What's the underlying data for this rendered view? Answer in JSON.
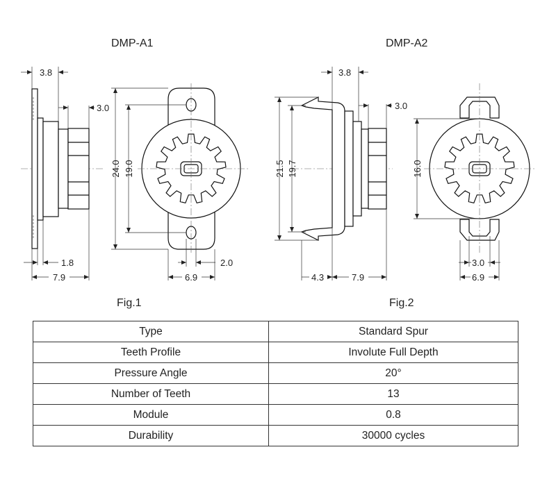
{
  "figures": {
    "fig1": {
      "model": "DMP-A1",
      "caption": "Fig.1",
      "dims": {
        "top_thickness": "3.8",
        "gear_face": "3.0",
        "height_outer": "24.0",
        "height_inner": "19.0",
        "base_thickness": "1.8",
        "overall_depth": "7.9",
        "hole_offset": "2.0",
        "bottom_width": "6.9"
      }
    },
    "fig2": {
      "model": "DMP-A2",
      "caption": "Fig.2",
      "dims": {
        "top_thickness": "3.8",
        "gear_face": "3.0",
        "height_outer": "21.5",
        "height_inner": "19.7",
        "gear_dia": "16.0",
        "clip_offset": "4.3",
        "overall_depth": "7.9",
        "tab_width_inner": "3.0",
        "tab_width_outer": "6.9"
      }
    }
  },
  "spec_table": {
    "rows": [
      {
        "label": "Type",
        "value": "Standard Spur"
      },
      {
        "label": "Teeth Profile",
        "value": "Involute Full Depth"
      },
      {
        "label": "Pressure Angle",
        "value": "20°"
      },
      {
        "label": "Number of Teeth",
        "value": "13"
      },
      {
        "label": "Module",
        "value": "0.8"
      },
      {
        "label": "Durability",
        "value": "30000 cycles"
      }
    ]
  }
}
